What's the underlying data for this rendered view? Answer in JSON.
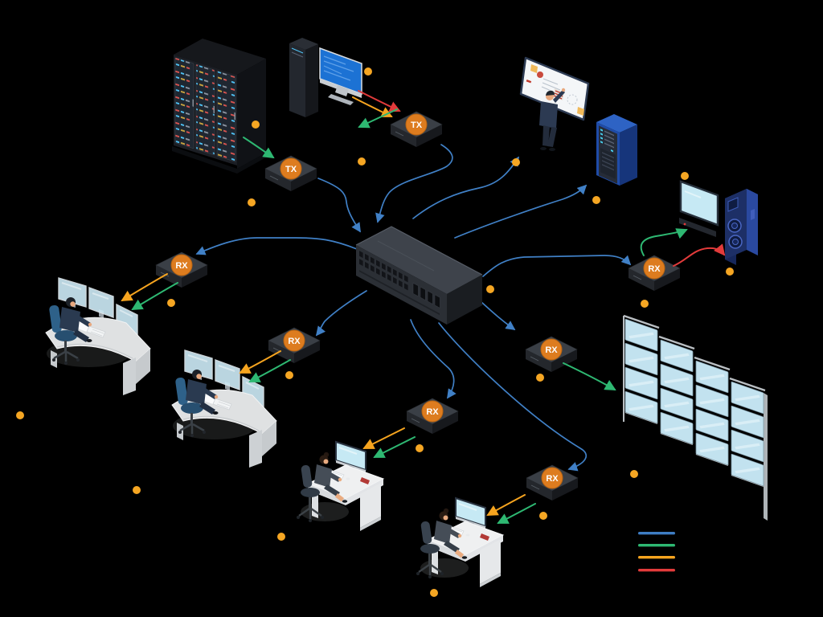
{
  "diagram": {
    "background_color": "#000000",
    "badge_color": "#DD7C1F",
    "badge_text_color": "#FFFFFF",
    "marker_dot_color": "#F5A623",
    "tx_devices": [
      {
        "label": "TX"
      },
      {
        "label": "TX"
      }
    ],
    "rx_devices": [
      {
        "label": "RX"
      },
      {
        "label": "RX"
      },
      {
        "label": "RX"
      },
      {
        "label": "RX"
      },
      {
        "label": "RX"
      },
      {
        "label": "RX"
      }
    ],
    "legend": {
      "items": [
        {
          "name": "blue-line",
          "color": "#3E7DC4"
        },
        {
          "name": "green-line",
          "color": "#2EB872"
        },
        {
          "name": "orange-line",
          "color": "#F6A41F"
        },
        {
          "name": "red-line",
          "color": "#E23B3B"
        }
      ]
    }
  }
}
